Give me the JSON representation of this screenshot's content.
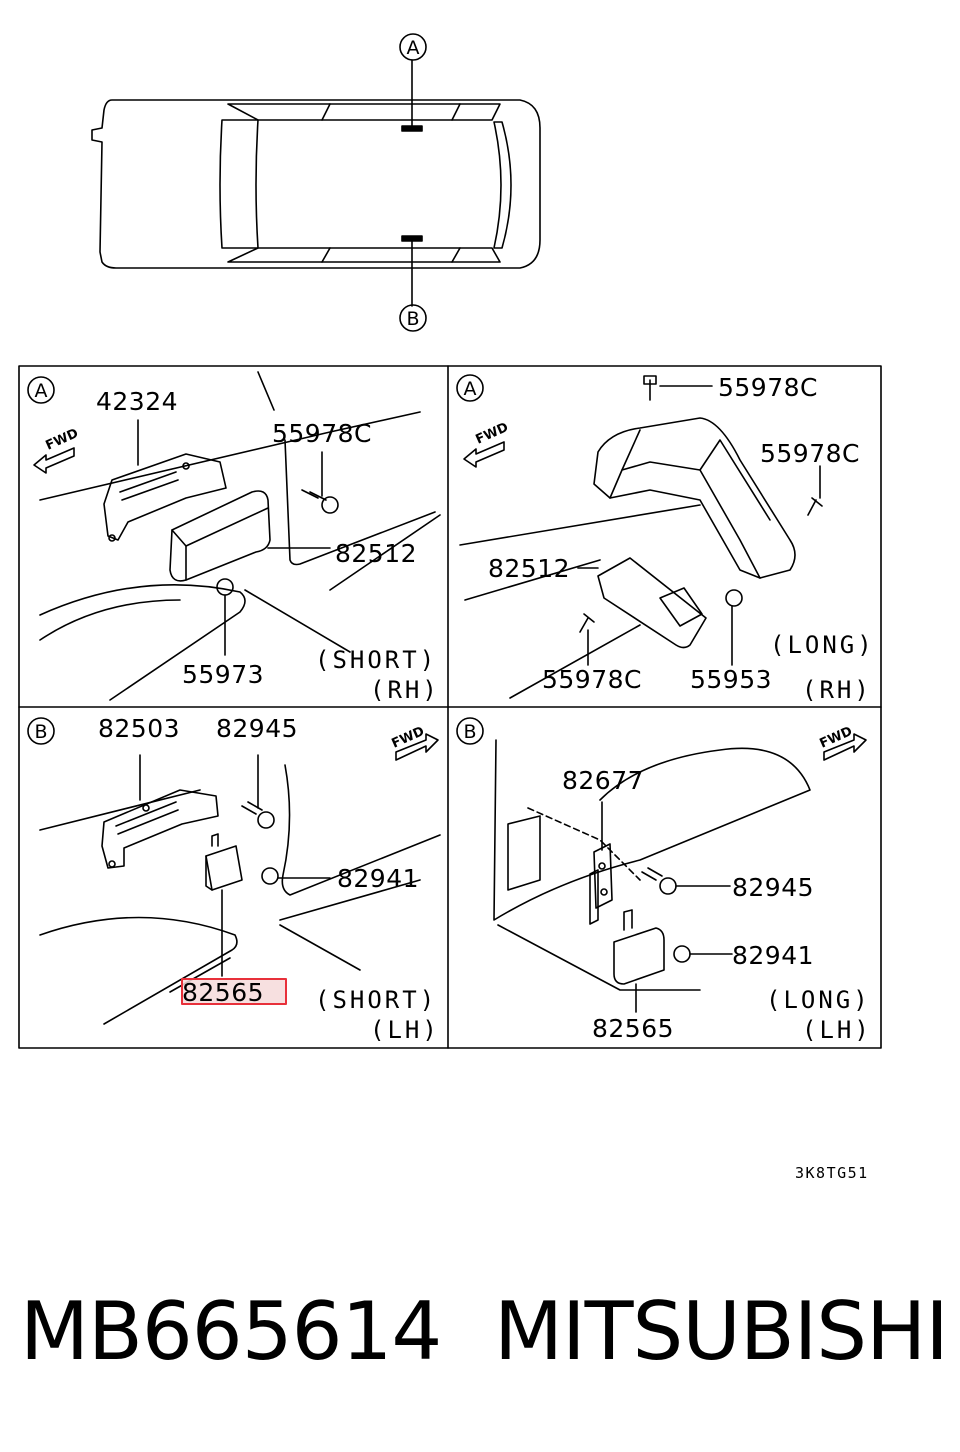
{
  "overview": {
    "marker_a": "A",
    "marker_b": "B"
  },
  "panels": [
    {
      "marker": "A",
      "fwd": "FWD",
      "labels": [
        "42324",
        "55978C",
        "82512",
        "55973"
      ],
      "notes": [
        "(SHORT)",
        "(RH)"
      ]
    },
    {
      "marker": "A",
      "fwd": "FWD",
      "labels": [
        "55978C",
        "55978C",
        "82512",
        "55978C",
        "55953"
      ],
      "notes": [
        "(LONG)",
        "(RH)"
      ]
    },
    {
      "marker": "B",
      "fwd": "FWD",
      "labels": [
        "82503",
        "82945",
        "82941",
        "82565"
      ],
      "notes": [
        "(SHORT)",
        "(LH)"
      ]
    },
    {
      "marker": "B",
      "fwd": "FWD",
      "labels": [
        "82677",
        "82945",
        "82941",
        "82565"
      ],
      "notes": [
        "(LONG)",
        "(LH)"
      ]
    }
  ],
  "highlight": {
    "part": "82565",
    "color": "#e8303a"
  },
  "footer": {
    "drawing_code": "3K8TG51",
    "part_number": "MB665614",
    "brand": "MITSUBISHI"
  }
}
